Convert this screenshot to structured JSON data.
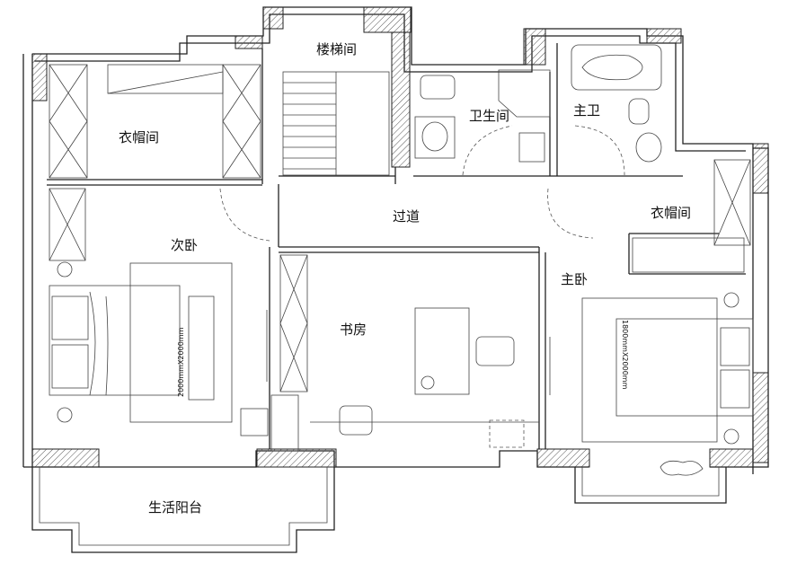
{
  "rooms": {
    "stair": "楼梯间",
    "cloak_left": "衣帽间",
    "bath": "卫生间",
    "master_bath": "主卫",
    "corridor": "过道",
    "cloak_right": "衣帽间",
    "second_bedroom": "次卧",
    "master_bedroom": "主卧",
    "study": "书房",
    "balcony": "生活阳台"
  },
  "dimensions": {
    "second_bed": "2000mmX2000mm",
    "master_bed": "1800mmX2000mm"
  },
  "colors": {
    "line": "#222222",
    "hatch": "#555555",
    "background": "#ffffff"
  }
}
